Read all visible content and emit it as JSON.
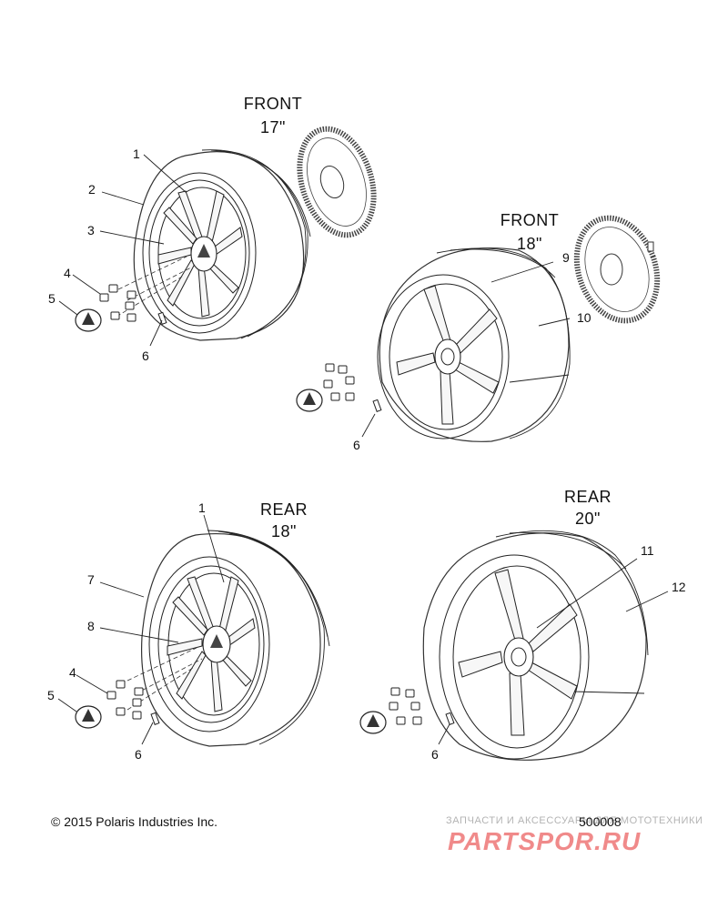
{
  "headings": {
    "front17_line1": "FRONT",
    "front17_line2": "17\"",
    "front18_line1": "FRONT",
    "front18_line2": "18\"",
    "rear18_line1": "REAR",
    "rear18_line2": "18\"",
    "rear20_line1": "REAR",
    "rear20_line2": "20\""
  },
  "callouts": {
    "a1": "1",
    "a2": "2",
    "a3": "3",
    "a4": "4",
    "a5": "5",
    "a6": "6",
    "b9": "9",
    "b10": "10",
    "b6": "6",
    "c1": "1",
    "c7": "7",
    "c8": "8",
    "c4": "4",
    "c5": "5",
    "c6": "6",
    "d11": "11",
    "d12": "12",
    "d6": "6"
  },
  "footer": {
    "copyright": "© 2015 Polaris Industries Inc.",
    "figure_number": "500008"
  },
  "watermark": {
    "line1": "ЗАПЧАСТИ И АКСЕССУАРЫ ДЛЯ МОТОТЕХНИКИ",
    "logo": "PARTSPOR.RU"
  }
}
